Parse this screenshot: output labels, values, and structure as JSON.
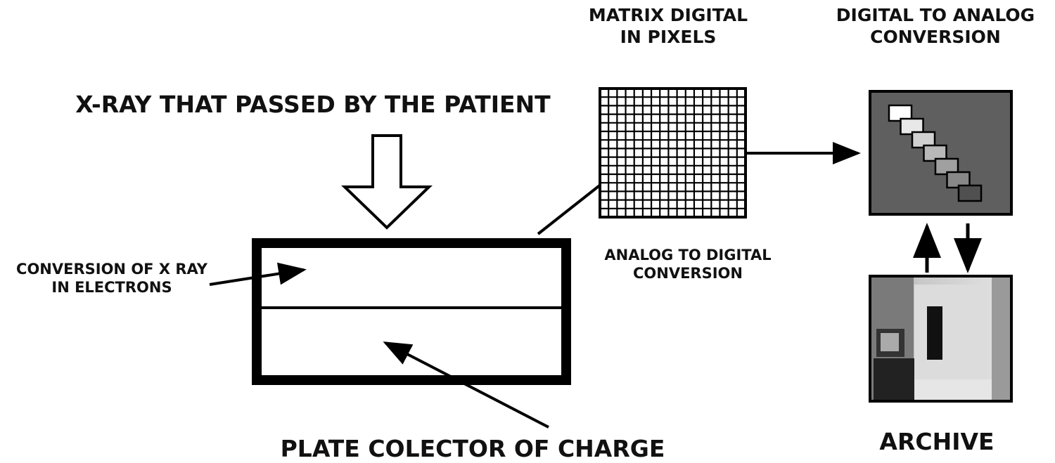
{
  "labels": {
    "xray_patient": "X-RAY THAT PASSED BY THE PATIENT",
    "matrix_line1": "MATRIX DIGITAL",
    "matrix_line2": "IN PIXELS",
    "d2a_line1": "DIGITAL TO ANALOG",
    "d2a_line2": "CONVERSION",
    "conv_line1": "CONVERSION OF X RAY",
    "conv_line2": "IN ELECTRONS",
    "a2d_line1": "ANALOG TO DIGITAL",
    "a2d_line2": "CONVERSION",
    "plate": "PLATE COLECTOR OF CHARGE",
    "archive": "ARCHIVE"
  },
  "matrix": {
    "cols": 17,
    "rows": 15
  },
  "steps": 7,
  "colors": {
    "ink": "#000000",
    "screen_bg": "#5f5f5f",
    "step_shades": [
      "#ffffff",
      "#e8e8e8",
      "#d0d0d0",
      "#b8b8b8",
      "#a0a0a0",
      "#888888",
      "#505050"
    ]
  }
}
